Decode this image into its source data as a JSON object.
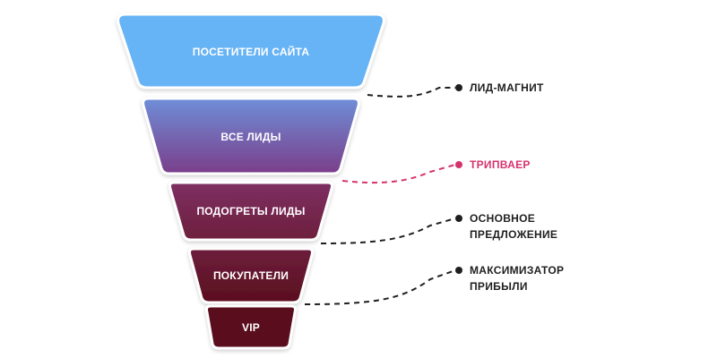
{
  "funnel": {
    "tiers": [
      {
        "label": "ПОСЕТИТЕЛИ САЙТА"
      },
      {
        "label": "ВСЕ ЛИДЫ"
      },
      {
        "label": "ПОДОГРЕТЫ ЛИДЫ"
      },
      {
        "label": "ПОКУПАТЕЛИ"
      },
      {
        "label": "VIP"
      }
    ]
  },
  "stages": [
    {
      "lines": [
        "ЛИД-МАГНИТ"
      ]
    },
    {
      "lines": [
        "ТРИПВАЕР"
      ]
    },
    {
      "lines": [
        "ОСНОВНОЕ",
        "ПРЕДЛОЖЕНИЕ"
      ]
    },
    {
      "lines": [
        "МАКСИМИЗАТОР",
        "ПРИБЫЛИ"
      ]
    }
  ],
  "colors": {
    "tier1": "#66b3f5",
    "tier2_top": "#6f8ed8",
    "tier2_bottom": "#7a3e8a",
    "tier3": "#7e2f63",
    "tier4": "#6d1f3c",
    "tier5": "#5a0e1e",
    "stage_default": "#1f1f1f",
    "stage_highlight": "#d6336c"
  }
}
